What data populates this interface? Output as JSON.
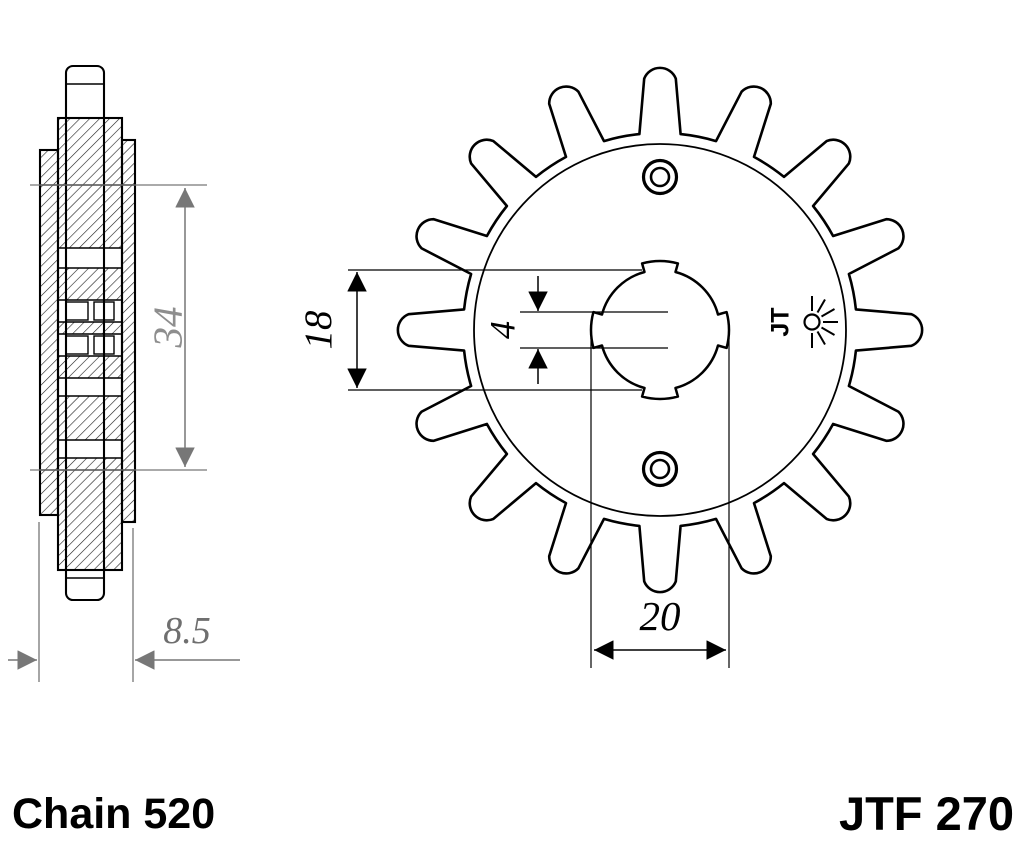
{
  "drawing": {
    "captions": {
      "chain": "Chain 520",
      "part_number": "JTF 270"
    },
    "logo": {
      "text": "JT"
    },
    "dimensions": {
      "side_span": "34",
      "side_width": "8.5",
      "bore_flat": "18",
      "spline": "4",
      "bore": "20"
    },
    "colors": {
      "line": "#000000",
      "dim_gray": "#8e8e8e",
      "dim_soft": "#6f6f6f",
      "background": "#ffffff"
    }
  }
}
